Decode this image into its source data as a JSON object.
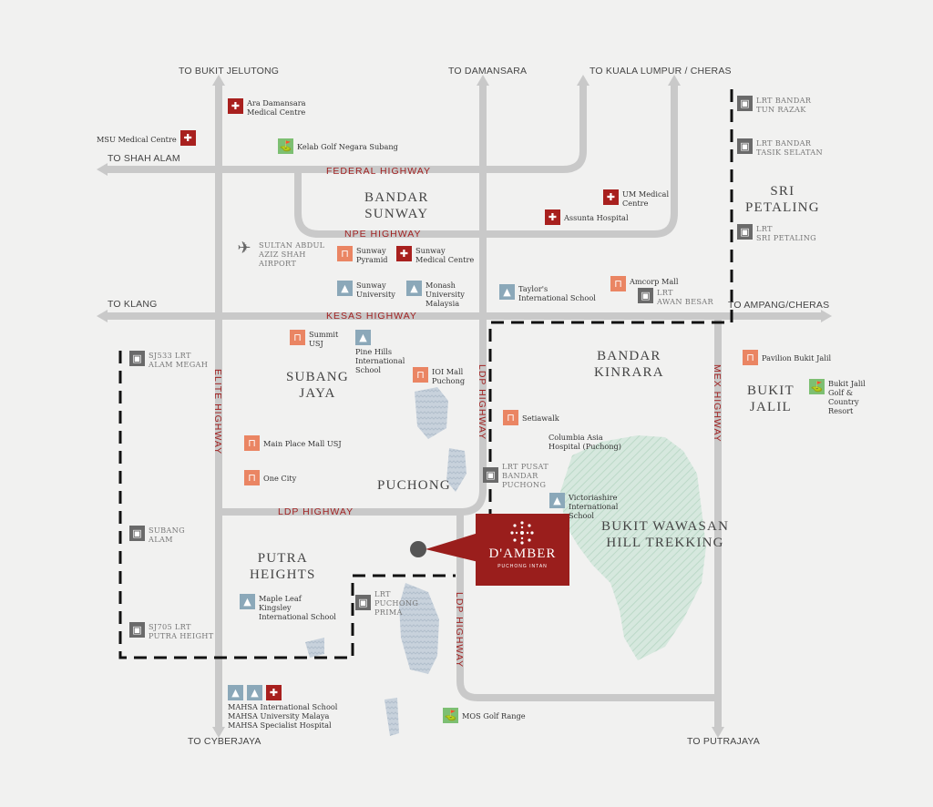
{
  "directions": {
    "bukit_jelutong": "TO BUKIT JELUTONG",
    "damansara": "TO DAMANSARA",
    "kl_cheras": "TO KUALA LUMPUR / CHERAS",
    "shah_alam": "TO SHAH ALAM",
    "klang": "TO KLANG",
    "ampang_cheras": "TO AMPANG/CHERAS",
    "cyberjaya": "TO CYBERJAYA",
    "putrajaya": "TO PUTRAJAYA"
  },
  "highways": {
    "federal": "FEDERAL HIGHWAY",
    "npe": "NPE HIGHWAY",
    "kesas": "KESAS HIGHWAY",
    "ldp_h": "LDP HIGHWAY",
    "ldp_v1": "LDP HIGHWAY",
    "ldp_v2": "LDP HIGHWAY",
    "elite": "ELITE HIGHWAY",
    "mex": "MEX HIGHWAY"
  },
  "areas": {
    "bandar_sunway": "BANDAR\nSUNWAY",
    "sri_petaling": "SRI\nPETALING",
    "bandar_kinrara": "BANDAR\nKINRARA",
    "subang_jaya": "SUBANG\nJAYA",
    "bukit_jalil": "BUKIT\nJALIL",
    "puchong": "PUCHONG",
    "putra_heights": "PUTRA\nHEIGHTS",
    "bukit_wawasan": "BUKIT WAWASAN\nHILL TREKKING"
  },
  "poi": {
    "ara_damansara": "Ara Damansara\nMedical Centre",
    "msu": "MSU Medical Centre",
    "kelab_golf": "Kelab Golf Negara Subang",
    "um_medical": "UM Medical\nCentre",
    "assunta": "Assunta Hospital",
    "airport": "SULTAN ABDUL\nAZIZ SHAH\nAIRPORT",
    "sunway_pyramid": "Sunway\nPyramid",
    "sunway_medical": "Sunway\nMedical Centre",
    "sunway_uni": "Sunway\nUniversity",
    "monash": "Monash\nUniversity\nMalaysia",
    "taylors": "Taylor's\nInternational School",
    "amcorp": "Amcorp Mall",
    "summit": "Summit\nUSJ",
    "pine_hills": "Pine Hills\nInternational\nSchool",
    "ioi_mall": "IOI Mall\nPuchong",
    "setiawalk": "Setiawalk",
    "columbia": "Columbia Asia\nHospital (Puchong)",
    "main_place": "Main Place Mall USJ",
    "one_city": "One City",
    "victoriashire": "Victoriashire\nInternational\nSchool",
    "maple_leaf": "Maple Leaf\nKingsley\nInternational School",
    "mahsa": "MAHSA International School\nMAHSA University Malaya\nMAHSA Specialist Hospital",
    "mos_golf": "MOS Golf Range",
    "pavilion": "Pavilion Bukit Jalil",
    "bukit_jalil_golf": "Bukit Jalil\nGolf &\nCountry\nResort"
  },
  "lrt": {
    "tun_razak": "LRT BANDAR\nTUN RAZAK",
    "tasik_selatan": "LRT BANDAR\nTASIK SELATAN",
    "sri_petaling": "LRT\nSRI PETALING",
    "awan_besar": "LRT\nAWAN BESAR",
    "alam_megah": "SJ533 LRT\nALAM MEGAH",
    "pusat_puchong": "LRT PUSAT\nBANDAR\nPUCHONG",
    "subang_alam": "SUBANG\nALAM",
    "puchong_prima": "LRT\nPUCHONG\nPRIMA",
    "putra_height": "SJ705 LRT\nPUTRA HEIGHT"
  },
  "project": {
    "name": "D'AMBER",
    "sub": "PUCHONG INTAN"
  },
  "colors": {
    "road": "#c9c9c9",
    "accent": "#9a1e1c",
    "hospital": "#a8201e",
    "mall": "#ea8563",
    "school": "#8ba8b9",
    "golf": "#7dbf72",
    "lrt": "#6a6a6a",
    "park": "#d3e6dc",
    "lake": "#c6d0da"
  },
  "icons": {
    "hospital": "hospital-cross-icon",
    "mall": "shopping-bag-icon",
    "school": "graduation-cap-icon",
    "golf": "golf-icon",
    "lrt": "train-icon",
    "airport": "airplane-icon"
  }
}
